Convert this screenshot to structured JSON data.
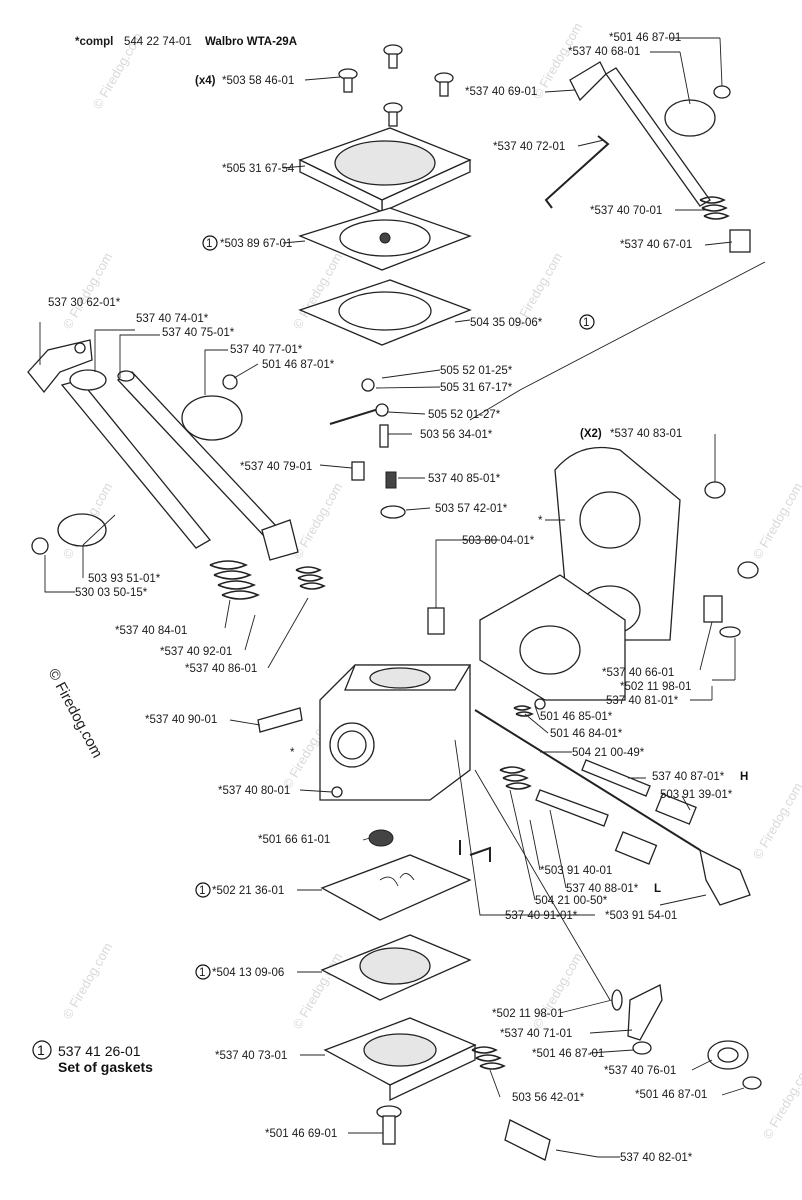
{
  "header": {
    "prefix": "*compl",
    "number": "544 22 74-01",
    "model": "Walbro WTA-29A"
  },
  "watermark": {
    "text": "© Firedog.com"
  },
  "copyright": "© Firedog.com",
  "gasket_set": {
    "marker": "1",
    "number": "537 41 26-01",
    "label": "Set of gaskets"
  },
  "labels": {
    "screws_x4_prefix": "(x4)",
    "screws_x4": "*503 58 46-01",
    "cover": "*505 31 67-54",
    "diaphragm": "*503 89 67-01",
    "gasket_top": "504 35 09-06*",
    "p537306201": "537 30 62-01*",
    "p537407401": "537 40 74-01*",
    "p537407501": "537 40 75-01*",
    "p537407701": "537 40 77-01*",
    "p501468701_a": "501 46 87-01*",
    "p505520125": "505 52 01-25*",
    "p505316717": "505 31 67-17*",
    "p505520127": "505 52 01-27*",
    "p503563401": "503 56 34-01*",
    "p537407901": "*537 40 79-01",
    "p537408501": "537 40 85-01*",
    "p503574201": "503 57 42-01*",
    "p503800401": "503 80 04-01*",
    "p503935101": "503 93 51-01*",
    "p530035015": "530 03 50-15*",
    "p537408401": "*537 40 84-01",
    "p537409201": "*537 40 92-01",
    "p537408601": "*537 40 86-01",
    "p537409001": "*537 40 90-01",
    "star_body": "*",
    "p537408001": "*537 40 80-01",
    "p501666101": "*501 66 61-01",
    "p502213601": "*502 21 36-01",
    "p504130906": "*504 13 09-06",
    "p537407301": "*537 40 73-01",
    "p501466901": "*501 46 69-01",
    "p501468701_tr": "*501 46 87-01",
    "p537406801": "*537 40 68-01",
    "p537406901": "*537 40 69-01",
    "p537407201": "*537 40 72-01",
    "p537407001": "*537 40 70-01",
    "p537406701": "*537 40 67-01",
    "x2_prefix": "(X2)",
    "p537408301": "*537 40 83-01",
    "star_block": "*",
    "p537406601": "*537 40 66-01",
    "p502119801_a": "*502 11 98-01",
    "p537408101": "537 40 81-01*",
    "p501468501": "501 46 85-01*",
    "p501468401": "501 46 84-01*",
    "p504210049": "504 21 00-49*",
    "p537408701": "537 40 87-01*",
    "p537408701_suffix": "H",
    "p503913901": "503 91 39-01*",
    "p503914001": "*503 91 40-01",
    "p537408801": "537 40 88-01*",
    "p537408801_suffix": "L",
    "p504210050": "504 21 00-50*",
    "p537409101": "537 40 91-01*",
    "p503915401": "*503 91 54-01",
    "p502119801_b": "*502 11 98-01",
    "p537407101": "*537 40 71-01",
    "p501468701_b": "*501 46 87-01",
    "p537407601": "*537 40 76-01",
    "p501468701_c": "*501 46 87-01",
    "p503564201": "503 56 42-01*",
    "p537408201": "537 40 82-01*"
  }
}
